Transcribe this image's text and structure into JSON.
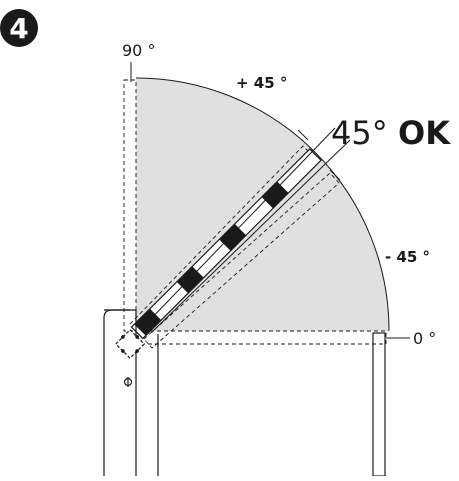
{
  "step": {
    "number": "4"
  },
  "labels": {
    "deg_90": "90 °",
    "plus_45": "+ 45 °",
    "ok_angle": "45°",
    "ok_word": "OK",
    "minus_45": "- 45 °",
    "deg_0": "0 °"
  },
  "colors": {
    "sector_fill": "#e0e0e0",
    "line": "#1a1a1a",
    "badge": "#1a1a1a"
  }
}
